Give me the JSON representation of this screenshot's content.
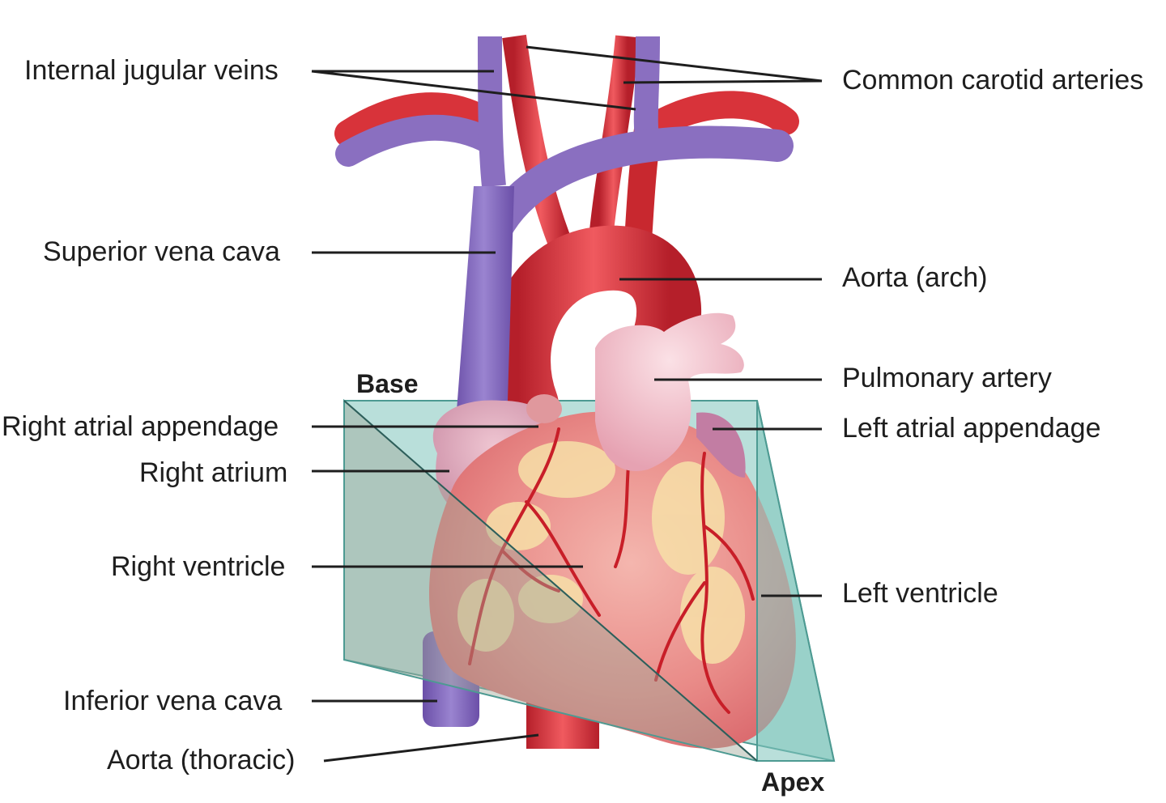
{
  "labels": {
    "internal_jugular_veins": "Internal jugular veins",
    "common_carotid_arteries": "Common carotid arteries",
    "superior_vena_cava": "Superior vena cava",
    "aorta_arch": "Aorta (arch)",
    "base": "Base",
    "pulmonary_artery": "Pulmonary artery",
    "right_atrial_appendage": "Right atrial appendage",
    "left_atrial_appendage": "Left atrial appendage",
    "right_atrium": "Right atrium",
    "right_ventricle": "Right ventricle",
    "left_ventricle": "Left ventricle",
    "inferior_vena_cava": "Inferior vena cava",
    "aorta_thoracic": "Aorta (thoracic)",
    "apex": "Apex"
  },
  "colors": {
    "vein": "#8a6fc0",
    "artery": "#d8333a",
    "pulmonary": "#f0b8c4",
    "myocardium": "#e88a8a",
    "fat": "#f7e0a8",
    "plane": "#7fc4bc",
    "leader": "#1e1e1e"
  }
}
